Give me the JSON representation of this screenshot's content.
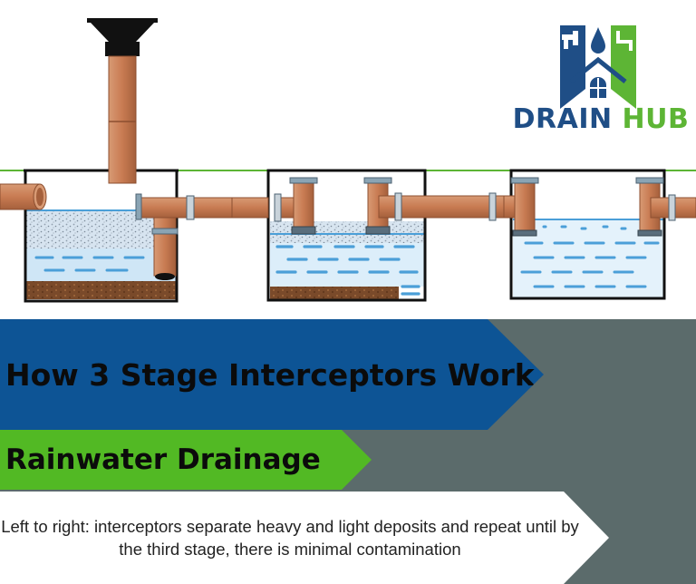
{
  "brand": {
    "word1": "DRAIN",
    "word2": "HUB"
  },
  "headline": "How 3 Stage Interceptors Work",
  "subheadline": "Rainwater Drainage",
  "caption": "Left to right: interceptors separate heavy and light deposits and repeat until by the third stage, there is minimal contamination",
  "colors": {
    "brand_blue": "#1f4e86",
    "brand_green": "#5db535",
    "banner_blue": "#0d5495",
    "banner_green": "#52b924",
    "background_gray": "#5b6b6b",
    "pipe": "#c87b52",
    "water": "#4b9fd8",
    "sediment": "#7a4a2a",
    "ground_line": "#5db535"
  },
  "icons": [
    "drain-hub-logo-icon",
    "tap-icon",
    "water-drop-icon",
    "house-window-icon"
  ]
}
